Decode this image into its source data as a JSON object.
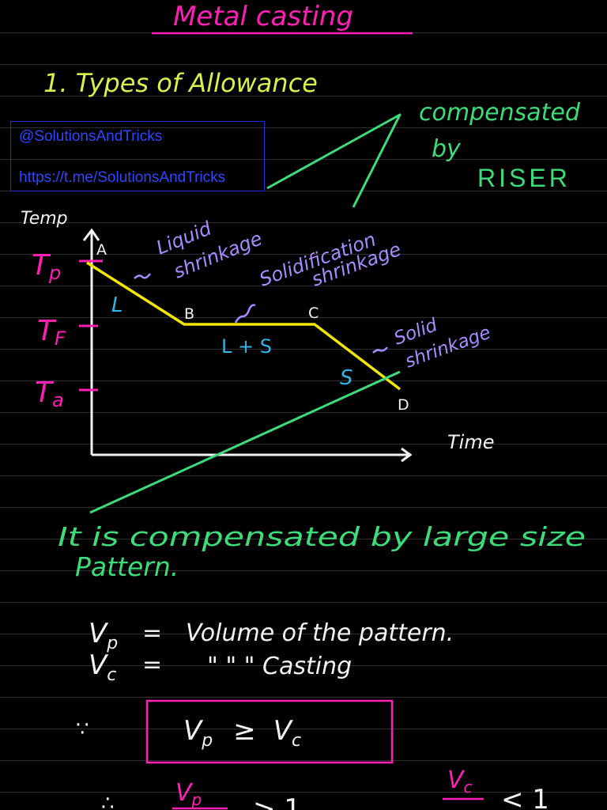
{
  "title": "Metal casting",
  "heading": "1. Types of Allowance",
  "watermark": {
    "handle": "@SolutionsAndTricks",
    "link": "https://t.me/SolutionsAndTricks"
  },
  "compensated_note": {
    "line1": "compensated",
    "line2": "by",
    "line3": "RISER"
  },
  "diagram": {
    "temp_axis_label": "Temp",
    "time_axis_label": "Time",
    "temp_labels": {
      "pouring": "T",
      "pouring_sub": "p",
      "freezing": "T",
      "freezing_sub": "F",
      "ambient": "T",
      "ambient_sub": "a"
    },
    "points": {
      "a": "A",
      "b": "B",
      "c": "C",
      "d": "D"
    },
    "phase_labels": {
      "liquid": "L",
      "mushy": "L + S",
      "solid": "S"
    },
    "shrinkage_labels": {
      "liquid_line1": "Liquid",
      "liquid_line2": "shrinkage",
      "solidification_line1": "Solidification",
      "solidification_line2": "shrinkage",
      "solid_line1": "Solid",
      "solid_line2": "shrinkage"
    }
  },
  "pattern_note": {
    "line1": "It is compensated by large size",
    "line2": "Pattern."
  },
  "definitions": [
    {
      "symbol": "V",
      "sub": "p",
      "eq": "=",
      "text": "Volume  of  the  pattern."
    },
    {
      "symbol": "V",
      "sub": "c",
      "eq": "=",
      "text": "\"      \"      \"    Casting"
    }
  ],
  "since_symbol": "∵",
  "inequality": {
    "lhs": "V",
    "lhs_sub": "p",
    "op": "≥",
    "rhs": "V",
    "rhs_sub": "c"
  },
  "therefore_symbol": "∴",
  "ratios": {
    "left_num": "V",
    "left_num_sub": "p",
    "left_op": "> 1",
    "right_num": "V",
    "right_num_sub": "c",
    "right_op": "< 1"
  },
  "colors": {
    "pink": "#ff1fb4",
    "green": "#3cdc7a",
    "yellow_green": "#d7f04a",
    "yellow": "#f2e600",
    "cyan": "#2db6e8",
    "lavender": "#a98bff",
    "white": "#f2f2f2"
  }
}
